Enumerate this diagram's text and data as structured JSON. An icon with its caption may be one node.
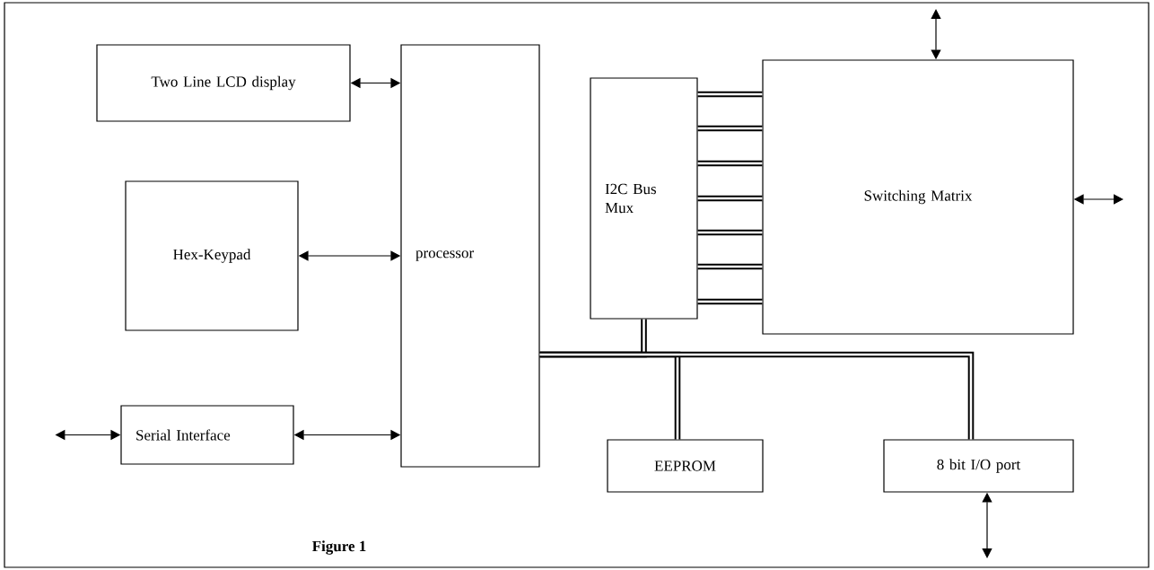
{
  "diagram": {
    "caption": "Figure 1",
    "nodes": [
      {
        "text": [
          "Two Line LCD display"
        ]
      },
      {
        "text": [
          "Hex-Keypad"
        ]
      },
      {
        "text": [
          "processor"
        ]
      },
      {
        "text": [
          "I2C Bus Mux"
        ]
      },
      {
        "text": [
          "Switching Matrix"
        ]
      },
      {
        "text": [
          "Serial Interface"
        ]
      },
      {
        "text": [
          "EEPROM"
        ]
      },
      {
        "text": [
          "8 bit I/O port"
        ]
      }
    ],
    "edges": [
      {
        "from": 0,
        "to": 2,
        "arrow": "both"
      },
      {
        "from": 1,
        "to": 2,
        "arrow": "both"
      },
      {
        "from": 5,
        "to": 2,
        "arrow": "both"
      },
      {
        "from": null,
        "to": 5,
        "arrow": "both"
      },
      {
        "from": 2,
        "to": 3,
        "arrow": "none"
      },
      {
        "from": 2,
        "to": 6,
        "arrow": "none"
      },
      {
        "from": 2,
        "to": 7,
        "arrow": "none"
      },
      {
        "from": 3,
        "to": 4,
        "arrow": "none"
      },
      {
        "from": 3,
        "to": 4,
        "arrow": "none"
      },
      {
        "from": 3,
        "to": 4,
        "arrow": "none"
      },
      {
        "from": 3,
        "to": 4,
        "arrow": "none"
      },
      {
        "from": 3,
        "to": 4,
        "arrow": "none"
      },
      {
        "from": 3,
        "to": 4,
        "arrow": "none"
      },
      {
        "from": 3,
        "to": 4,
        "arrow": "none"
      },
      {
        "from": 4,
        "to": null,
        "arrow": "both"
      },
      {
        "from": 4,
        "to": null,
        "arrow": "both"
      },
      {
        "from": 7,
        "to": null,
        "arrow": "both"
      }
    ]
  }
}
